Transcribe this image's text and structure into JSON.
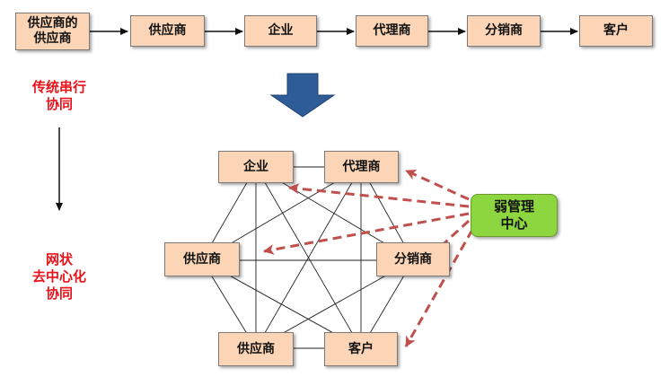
{
  "chain": [
    "供应商的\n供应商",
    "供应商",
    "企业",
    "代理商",
    "分销商",
    "客户"
  ],
  "traditional_label": "传统串行\n协同",
  "network_label": "网状\n去中心化\n协同",
  "hub_label": "弱管理\n中心",
  "network_nodes": {
    "top_left": "企业",
    "top_right": "代理商",
    "mid_left": "供应商",
    "mid_right": "分销商",
    "bottom_left": "供应商",
    "bottom_right": "客户"
  },
  "colors": {
    "box_fill": "#fbd5b5",
    "hub_fill": "#8ed63f",
    "red_text": "#e8121a",
    "dashed_arrow": "#c0504d",
    "down_arrow": "#2e5c96"
  }
}
